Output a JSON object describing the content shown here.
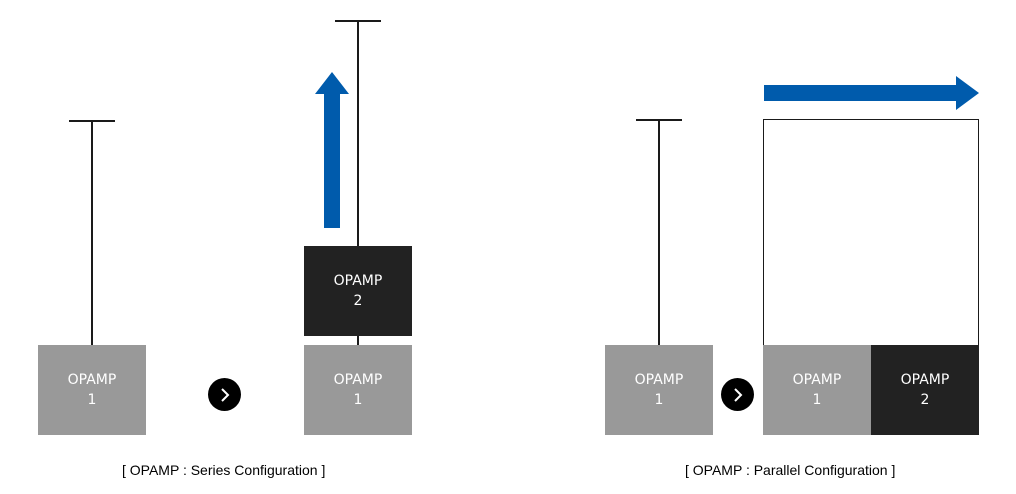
{
  "series": {
    "caption": "[ OPAMP : Series Configuration ]",
    "before": {
      "box": {
        "label": "OPAMP",
        "number": "1"
      }
    },
    "after": {
      "bottom_box": {
        "label": "OPAMP",
        "number": "1"
      },
      "top_box": {
        "label": "OPAMP",
        "number": "2"
      }
    }
  },
  "parallel": {
    "caption": "[ OPAMP : Parallel Configuration ]",
    "before": {
      "box": {
        "label": "OPAMP",
        "number": "1"
      }
    },
    "after": {
      "left_box": {
        "label": "OPAMP",
        "number": "1"
      },
      "right_box": {
        "label": "OPAMP",
        "number": "2"
      }
    }
  },
  "icons": {
    "next": "chevron-right-icon",
    "direction": "arrow-icon"
  },
  "colors": {
    "arrow": "#005bac",
    "box_gray": "#999999",
    "box_dark": "#222222",
    "circle": "#000000"
  }
}
